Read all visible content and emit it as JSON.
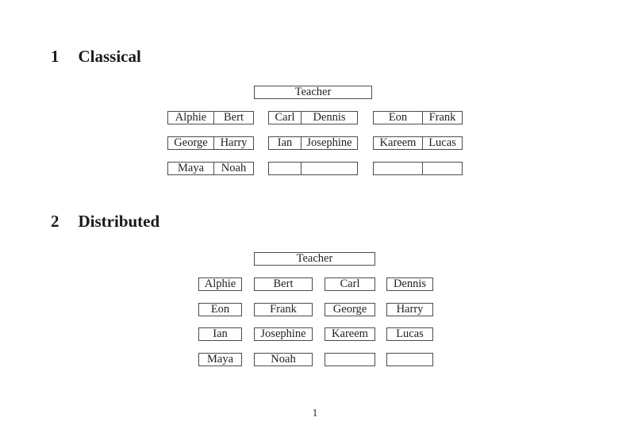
{
  "page_number": "1",
  "sections": [
    {
      "number": "1",
      "title": "Classical"
    },
    {
      "number": "2",
      "title": "Distributed"
    }
  ],
  "classical": {
    "teacher_label": "Teacher",
    "groups": [
      {
        "rows": [
          [
            "Alphie",
            "Bert"
          ],
          [
            "George",
            "Harry"
          ],
          [
            "Maya",
            "Noah"
          ]
        ]
      },
      {
        "rows": [
          [
            "Carl",
            "Dennis"
          ],
          [
            "Ian",
            "Josephine"
          ],
          [
            "",
            ""
          ]
        ]
      },
      {
        "rows": [
          [
            "Eon",
            "Frank"
          ],
          [
            "Kareem",
            "Lucas"
          ],
          [
            "",
            ""
          ]
        ]
      }
    ]
  },
  "distributed": {
    "teacher_label": "Teacher",
    "rows": [
      [
        "Alphie",
        "Bert",
        "Carl",
        "Dennis"
      ],
      [
        "Eon",
        "Frank",
        "George",
        "Harry"
      ],
      [
        "Ian",
        "Josephine",
        "Kareem",
        "Lucas"
      ],
      [
        "Maya",
        "Noah",
        "",
        ""
      ]
    ]
  }
}
